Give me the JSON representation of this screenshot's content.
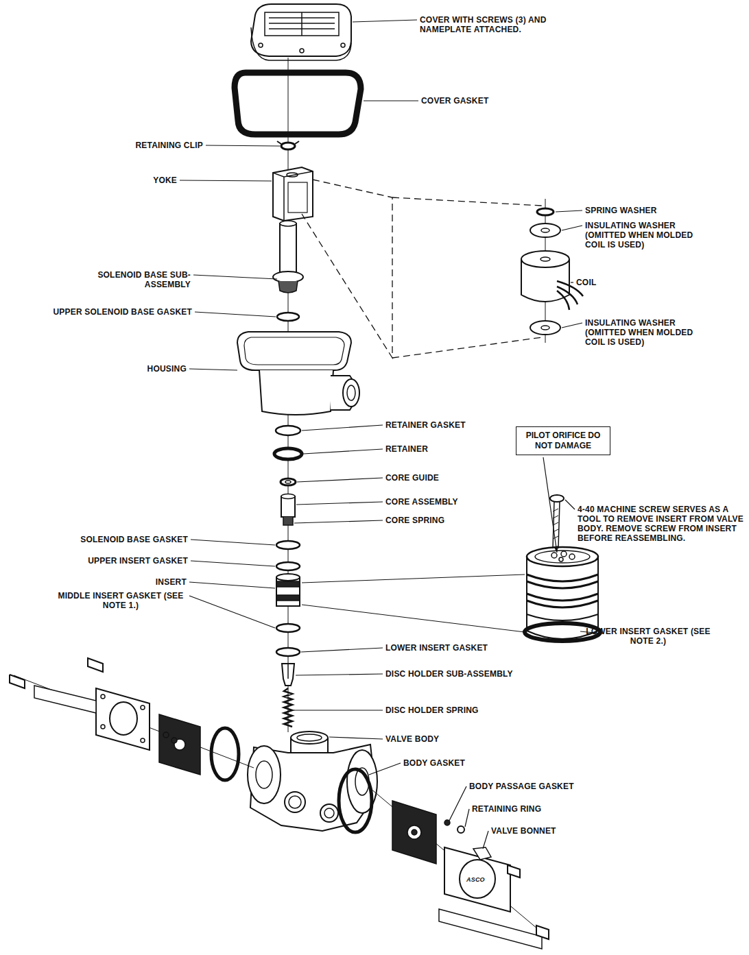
{
  "diagram": {
    "nodes": [
      {
        "text": [
          "PILOT ORIFICE DO NOT DAMAGE"
        ]
      }
    ],
    "labels": [
      "COVER WITH SCREWS (3) AND NAMEPLATE ATTACHED.",
      "COVER GASKET",
      "RETAINING CLIP",
      "YOKE",
      "SPRING WASHER",
      "INSULATING WASHER (OMITTED WHEN MOLDED COIL IS USED)",
      "COIL",
      "SOLENOID BASE SUB-ASSEMBLY",
      "UPPER SOLENOID BASE GASKET",
      "INSULATING WASHER (OMITTED WHEN MOLDED COIL IS USED)",
      "HOUSING",
      "RETAINER GASKET",
      "RETAINER",
      "CORE GUIDE",
      "CORE ASSEMBLY",
      "4-40 MACHINE SCREW SERVES AS A TOOL TO REMOVE INSERT FROM VALVE BODY. REMOVE SCREW FROM INSERT BEFORE REASSEMBLING.",
      "CORE SPRING",
      "SOLENOID BASE GASKET",
      "UPPER INSERT GASKET",
      "INSERT",
      "MIDDLE INSERT GASKET (SEE NOTE 1.)",
      "LOWER INSERT GASKET (SEE NOTE 2.)",
      "LOWER INSERT GASKET",
      "DISC HOLDER SUB-ASSEMBLY",
      "DISC HOLDER SPRING",
      "VALVE BODY",
      "BODY GASKET",
      "BODY PASSAGE GASKET",
      "RETAINING RING",
      "VALVE BONNET",
      "ASCO"
    ]
  }
}
